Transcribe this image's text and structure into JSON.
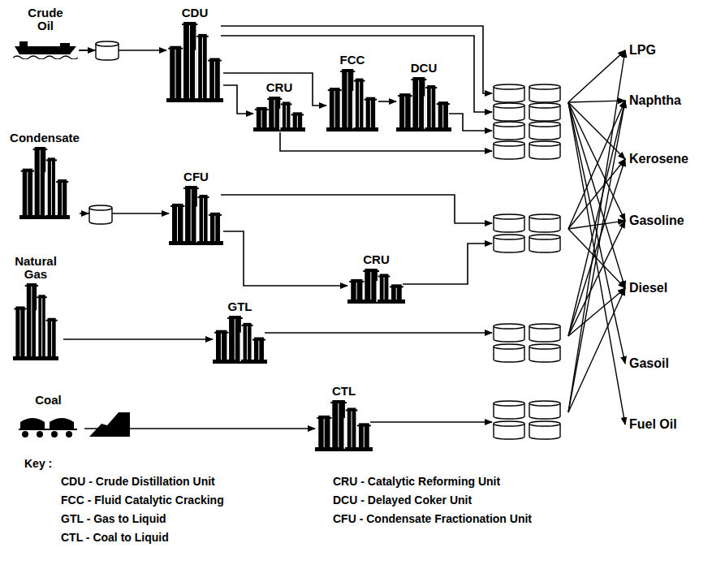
{
  "diagram": {
    "nodes": [
      {
        "text": [
          "Crude Oil"
        ]
      },
      {
        "text": [
          "CDU"
        ]
      },
      {
        "text": [
          "CRU"
        ]
      },
      {
        "text": [
          "FCC"
        ]
      },
      {
        "text": [
          "DCU"
        ]
      },
      {
        "text": [
          "Condensate"
        ]
      },
      {
        "text": [
          "CFU"
        ]
      },
      {
        "text": [
          "CRU"
        ]
      },
      {
        "text": [
          "Natural Gas"
        ]
      },
      {
        "text": [
          "GTL"
        ]
      },
      {
        "text": [
          "Coal"
        ]
      },
      {
        "text": [
          "CTL"
        ]
      }
    ],
    "edges": [
      {
        "from": 0,
        "to": 1,
        "arrow": "to"
      },
      {
        "from": 1,
        "to": 2,
        "arrow": "to"
      },
      {
        "from": 1,
        "to": 3,
        "arrow": "to"
      },
      {
        "from": 3,
        "to": 4,
        "arrow": "to"
      },
      {
        "from": 5,
        "to": 6,
        "arrow": "to"
      },
      {
        "from": 6,
        "to": 7,
        "arrow": "to"
      },
      {
        "from": 8,
        "to": 9,
        "arrow": "to"
      },
      {
        "from": 10,
        "to": 11,
        "arrow": "to"
      }
    ],
    "labels": [
      "LPG",
      "Naphtha",
      "Kerosene",
      "Gasoline",
      "Diesel",
      "Gasoil",
      "Fuel Oil",
      "Key :",
      "CDU - Crude Distillation Unit",
      "CRU - Catalytic Reforming Unit",
      "FCC - Fluid Catalytic Cracking",
      "DCU - Delayed Coker Unit",
      "GTL - Gas to Liquid",
      "CFU - Condensate Fractionation Unit",
      "CTL - Coal to Liquid"
    ]
  }
}
